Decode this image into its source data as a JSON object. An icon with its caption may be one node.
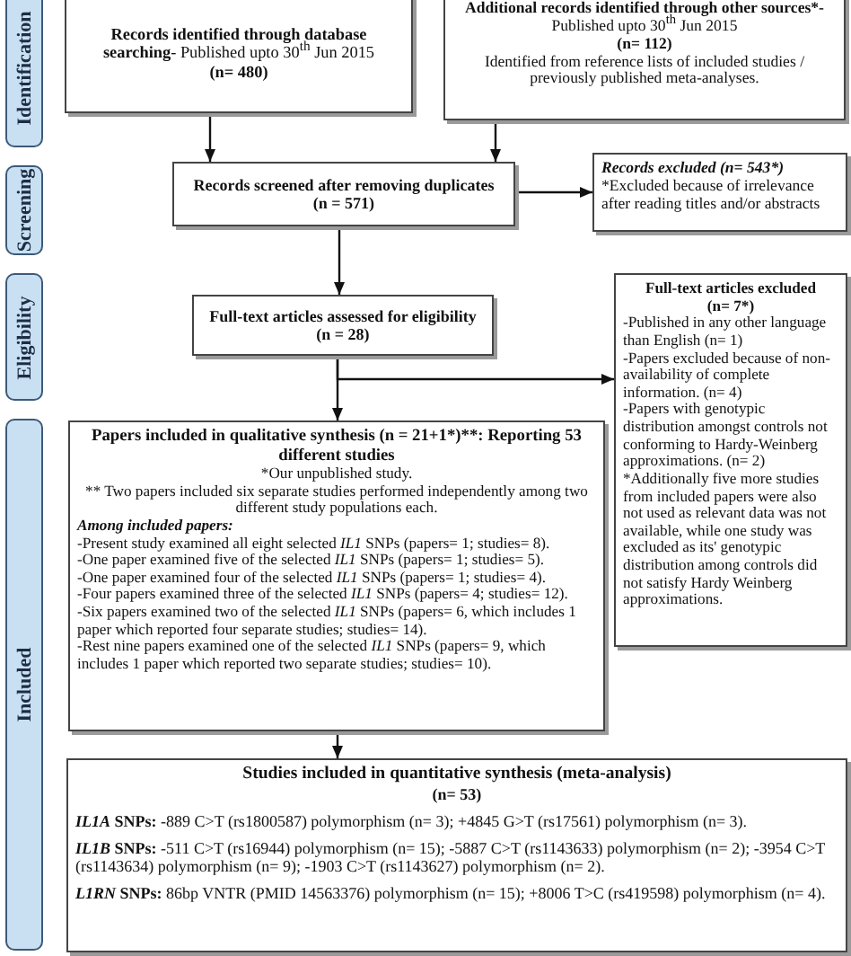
{
  "diagram": {
    "nodes": [
      {
        "text": [
          "Identification"
        ]
      },
      {
        "text": [
          "Screening"
        ]
      },
      {
        "text": [
          "Eligibility"
        ]
      },
      {
        "text": [
          "Included"
        ]
      },
      {
        "text": [
          "**Records identified through database searching**- Published upto 30$^{th}$ Jun 2015",
          "(n= 480)"
        ]
      },
      {
        "text": [
          "Additional records identified through other sources*-",
          "Published upto 30$^{th}$ Jun 2015",
          "(n= 112)",
          "Identified from reference lists of included studies / previously published meta-analyses."
        ]
      },
      {
        "text": [
          "Records screened after removing duplicates",
          "(n = 571)"
        ]
      },
      {
        "text": [
          "Records excluded (n= 543*)",
          "*Excluded because of irrelevance after reading titles and/or abstracts"
        ]
      },
      {
        "text": [
          "Full-text articles assessed for eligibility",
          "(n = 28)"
        ]
      },
      {
        "text": [
          "Full-text articles excluded",
          "(n= 7*)",
          "-Published in any other language than English (n= 1)",
          "-Papers excluded because of non-availability of complete information. (n= 4)",
          "-Papers with genotypic distribution amongst controls not conforming to Hardy-Weinberg approximations. (n= 2)",
          "*Additionally five more studies from included papers were also not used as relevant data was not available, while one study was excluded as its' genotypic distribution among controls did not satisfy Hardy Weinberg approximations."
        ]
      },
      {
        "text": [
          "Papers included in qualitative synthesis (n = 21+1*)**: Reporting 53 different studies",
          "*Our unpublished study.",
          "** Two papers included six separate studies performed independently among two different study populations each.",
          "*Among included papers*:",
          "-Present study examined all eight selected *IL1* SNPs (papers= 1; studies= 8).",
          "-One paper examined five of the selected *IL1* SNPs (papers= 1; studies= 5).",
          "-One paper examined four of the selected *IL1* SNPs (papers= 1; studies= 4).",
          "-Four papers examined three of the selected *IL1* SNPs (papers= 4; studies= 12).",
          "-Six papers examined two of the selected *IL1* SNPs (papers= 6, which includes 1 paper which reported four separate studies; studies= 14).",
          "-Rest nine papers examined one of the selected *IL1* SNPs (papers= 9, which includes 1 paper which reported two separate studies; studies= 10)."
        ]
      },
      {
        "text": [
          "Studies included in quantitative synthesis (meta-analysis)",
          "(n= 53)",
          "***IL1A* SNPs:** -889 C>T (rs1800587) polymorphism (n= 3); +4845 G>T (rs17561) polymorphism (n= 3).",
          "***IL1B* SNPs:** -511 C>T (rs16944) polymorphism (n= 15); -5887 C>T (rs1143633) polymorphism (n= 2); -3954 C>T (rs1143634) polymorphism (n= 9); -1903 C>T (rs1143627) polymorphism (n= 2).",
          "***L1RN* SNPs:** 86bp VNTR (PMID 14563376) polymorphism (n= 15); +8006 T>C (rs419598) polymorphism (n= 4)."
        ]
      }
    ],
    "edges": [
      {
        "from": 4,
        "to": 6,
        "arrow": "to"
      },
      {
        "from": 5,
        "to": 6,
        "arrow": "to"
      },
      {
        "from": 6,
        "to": 7,
        "arrow": "to"
      },
      {
        "from": 6,
        "to": 8,
        "arrow": "to"
      },
      {
        "from": 8,
        "to": 10,
        "arrow": "to"
      },
      {
        "from": 8,
        "to": 9,
        "arrow": "to"
      },
      {
        "from": 10,
        "to": 11,
        "arrow": "to"
      }
    ]
  }
}
